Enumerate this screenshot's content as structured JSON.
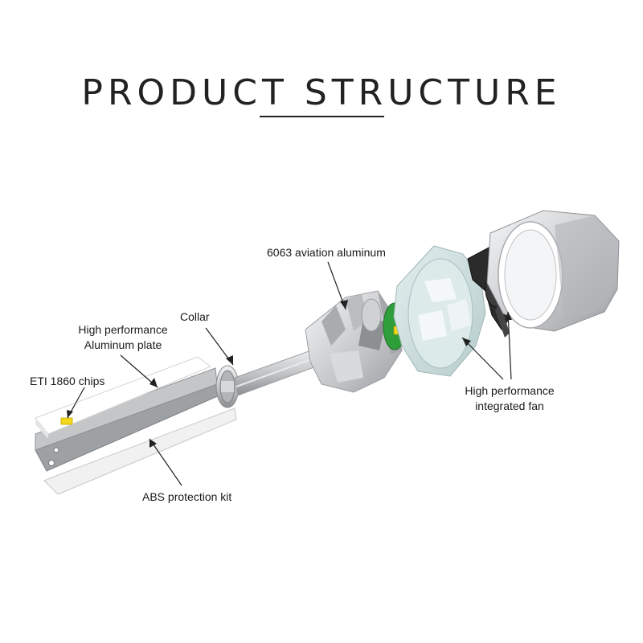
{
  "title": "PRODUCT STRUCTURE",
  "labels": {
    "aluminum": "6063 aviation aluminum",
    "collar": "Collar",
    "plate_line1": "High performance",
    "plate_line2": "Aluminum plate",
    "chips": "ETI 1860 chips",
    "fan_line1": "High performance",
    "fan_line2": "integrated fan",
    "abs": "ABS protection kit"
  },
  "colors": {
    "text": "#1a1a1a",
    "aluminum": "#c9cbcd",
    "fan_body": "#cfe0e0",
    "pcb_green": "#2e9e3a",
    "chip_yellow": "#f2d81c",
    "fan_blade": "#2b2b2b"
  }
}
